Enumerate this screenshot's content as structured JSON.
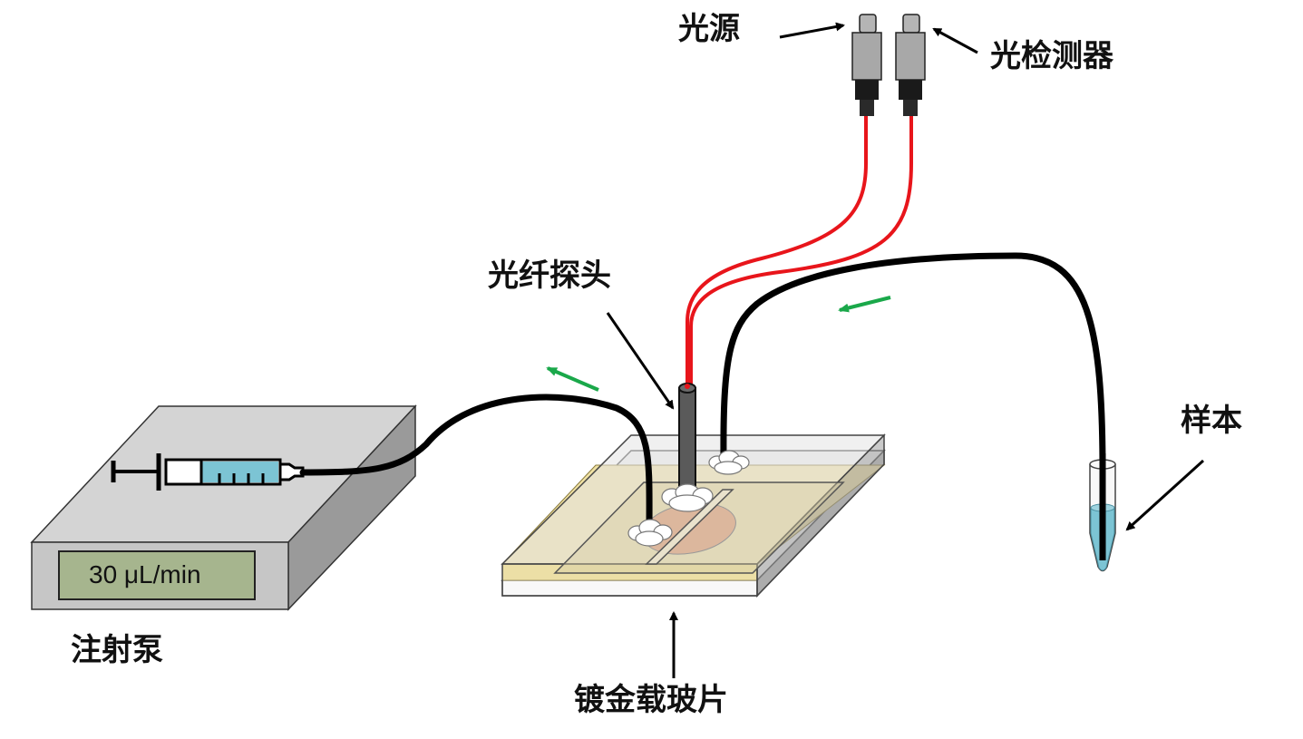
{
  "labels": {
    "light_source": "光源",
    "photodetector": "光检测器",
    "fiber_probe": "光纤探头",
    "sample": "样本",
    "syringe_pump": "注射泵",
    "gold_slide": "镀金载玻片"
  },
  "pump_display": "30 μL/min",
  "colors": {
    "fiber": "#e8151b",
    "tubing": "#000000",
    "flow_arrow": "#1aa84a",
    "pump_top": "#d4d4d4",
    "pump_front": "#c6c6c6",
    "pump_side": "#9a9a9a",
    "display_bg": "#a6b58e",
    "liquid": "#7cc4d4",
    "gold_film": "#efe1a4"
  }
}
